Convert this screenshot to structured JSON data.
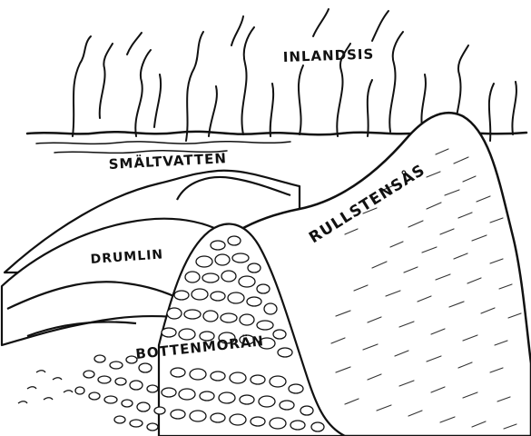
{
  "labels": {
    "ice_sheet": "INLANDSIS",
    "meltwater": "SMÄLTVATTEN",
    "esker": "RULLSTENSÅS",
    "drumlin": "DRUMLIN",
    "ground_moraine": "BOTTENMORÄN"
  },
  "colors": {
    "ink": "#111111",
    "paper": "#ffffff"
  }
}
